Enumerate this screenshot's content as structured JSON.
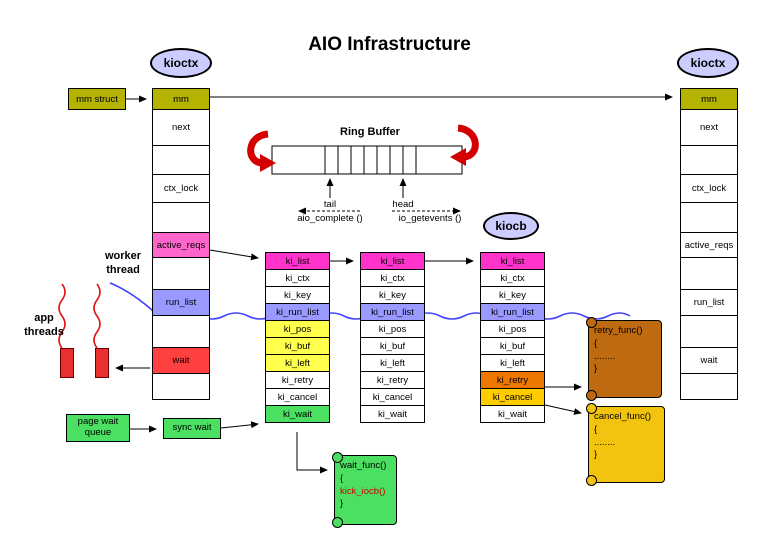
{
  "title": "AIO Infrastructure",
  "nodes": {
    "kioctx_left_title": "kioctx",
    "kioctx_right_title": "kioctx",
    "kiocb_title": "kiocb",
    "mm_struct": "mm struct",
    "ring_buffer": "Ring Buffer",
    "tail": "tail",
    "head": "head",
    "aio_complete": "aio_complete ()",
    "io_getevents": "io_getevents ()",
    "worker_thread": "worker\nthread",
    "app_threads": "app\nthreads",
    "page_wait_queue": "page wait\nqueue",
    "sync_wait": "sync wait"
  },
  "kioctx_left": {
    "rows": [
      "mm",
      "next",
      "",
      "ctx_lock",
      "",
      "active_reqs",
      "",
      "run_list",
      "",
      "wait",
      ""
    ]
  },
  "kioctx_right": {
    "rows": [
      "mm",
      "next",
      "",
      "ctx_lock",
      "",
      "active_reqs",
      "",
      "run_list",
      "",
      "wait",
      ""
    ]
  },
  "kiocb_cols": [
    {
      "rows": [
        "ki_list",
        "ki_ctx",
        "ki_key",
        "ki_run_list",
        "ki_pos",
        "ki_buf",
        "ki_left",
        "ki_retry",
        "ki_cancel",
        "ki_wait"
      ]
    },
    {
      "rows": [
        "ki_list",
        "ki_ctx",
        "ki_key",
        "ki_run_list",
        "ki_pos",
        "ki_buf",
        "ki_left",
        "ki_retry",
        "ki_cancel",
        "ki_wait"
      ]
    },
    {
      "rows": [
        "ki_list",
        "ki_ctx",
        "ki_key",
        "ki_run_list",
        "ki_pos",
        "ki_buf",
        "ki_left",
        "ki_retry",
        "ki_cancel",
        "ki_wait"
      ]
    }
  ],
  "scrolls": {
    "retry": [
      "retry_func()",
      "{",
      "........",
      "}"
    ],
    "cancel": [
      "cancel_func()",
      "{",
      "........",
      "}"
    ],
    "wait": [
      "wait_func()",
      "{",
      "kick_iocb()",
      "}"
    ]
  },
  "colors": {
    "olive": "#b3b300",
    "pink": "#ff66cc",
    "magenta": "#ff33cc",
    "periwinkle": "#9999ff",
    "red": "#ff4040",
    "yellow": "#ffff4d",
    "green": "#4ce063",
    "orange": "#ee7700",
    "gold": "#ffcc00",
    "lavender": "#ccccff",
    "scroll_brown": "#be6a10",
    "scroll_gold": "#f2c40f",
    "scroll_green": "#4ce063",
    "worker_line_blue": "#4040ff",
    "app_thread_red": "#dd1111",
    "ring_arrow_red": "#d40000"
  }
}
